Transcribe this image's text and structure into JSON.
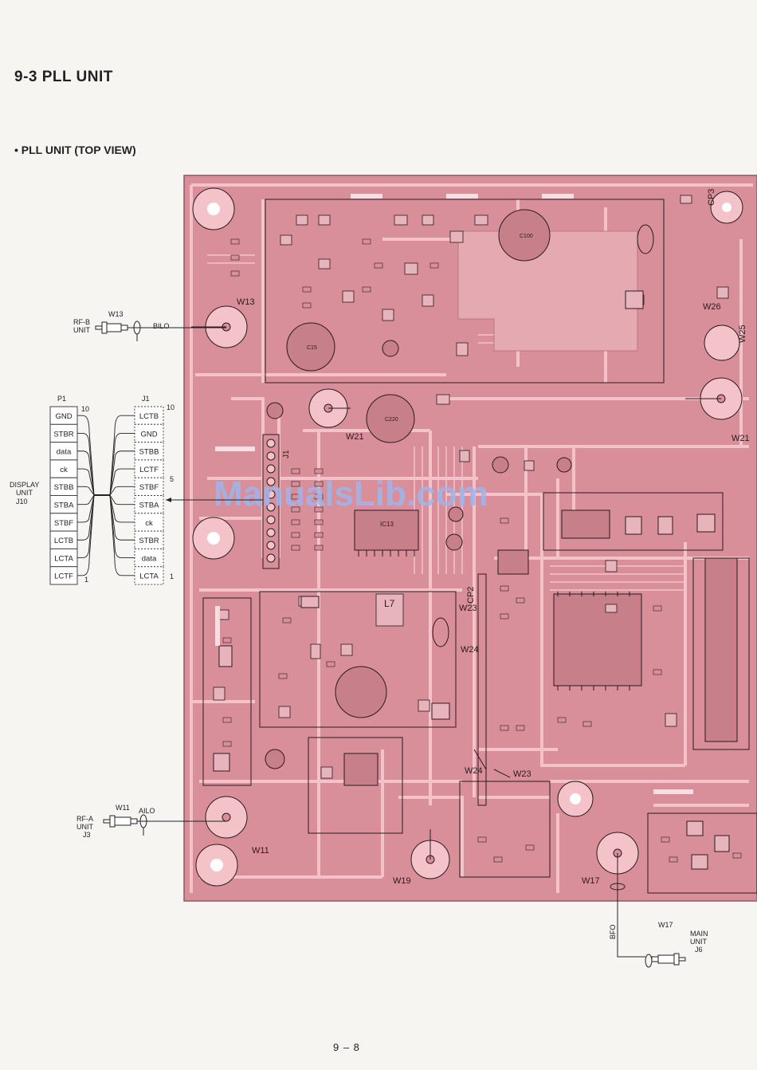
{
  "header": {
    "title": "9-3  PLL UNIT"
  },
  "section": {
    "label": "• PLL UNIT (TOP VIEW)"
  },
  "footer": {
    "page": "9 – 8"
  },
  "watermark": "ManualsLib.com",
  "colors": {
    "board": "#d98f99",
    "trace": "#f4c3ca",
    "ink": "#2a1a1e",
    "page": "#f7f5f2"
  },
  "p1": {
    "name": "P1",
    "pin_top": "10",
    "pin_bottom": "1",
    "pins": [
      "GND",
      "STBR",
      "data",
      "ck",
      "STBB",
      "STBA",
      "STBF",
      "LCTB",
      "LCTA",
      "LCTF"
    ]
  },
  "j1": {
    "name": "J1",
    "pin_top": "10",
    "pin_mid": "5",
    "pin_bottom": "1",
    "pins": [
      "LCTB",
      "GND",
      "STBB",
      "LCTF",
      "STBF",
      "STBA",
      "ck",
      "STBR",
      "data",
      "LCTA"
    ]
  },
  "display_unit": {
    "line1": "DISPLAY",
    "line2": "UNIT",
    "line3": "J10"
  },
  "rfb": {
    "line1": "RF-B",
    "line2": "UNIT",
    "connector": "W13",
    "signal": "BILO"
  },
  "rfa": {
    "line1": "RF-A",
    "line2": "UNIT",
    "line3": "J3",
    "connector": "W11",
    "signal": "AILO"
  },
  "main_unit": {
    "line1": "MAIN",
    "line2": "UNIT",
    "line3": "J6",
    "connector": "W17",
    "signal": "BFO"
  },
  "board_labels": {
    "w13": "W13",
    "w21a": "W21",
    "w21b": "W21",
    "w23a": "W23",
    "w24a": "W24",
    "w24b": "W24",
    "w23b": "W23",
    "w11": "W11",
    "w19": "W19",
    "w17": "W17",
    "w25": "W25",
    "w26": "W26",
    "cp2": "CP2",
    "cp3": "CP3",
    "j1": "J1",
    "l7": "L7",
    "ic13": "IC13",
    "c100": "C100",
    "c15": "C15",
    "c220": "C220"
  }
}
